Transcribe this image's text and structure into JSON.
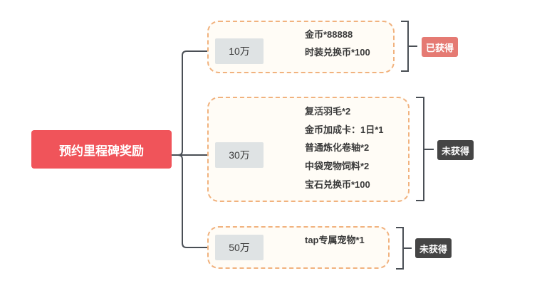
{
  "root": {
    "label": "预约里程碑奖励"
  },
  "milestones": [
    {
      "label": "10万",
      "rewards": [
        "金币*88888",
        "时装兑换币*100"
      ],
      "status": "已获得",
      "status_color": "#e57a73"
    },
    {
      "label": "30万",
      "rewards": [
        "复活羽毛*2",
        "金币加成卡：1日*1",
        "普通炼化卷轴*2",
        "中袋宠物饲料*2",
        "宝石兑换币*100"
      ],
      "status": "未获得",
      "status_color": "#454545"
    },
    {
      "label": "50万",
      "rewards": [
        "tap专属宠物*1"
      ],
      "status": "未获得",
      "status_color": "#454545"
    }
  ],
  "colors": {
    "root_bg": "#f0545a",
    "group_border": "#f1b27e",
    "group_bg": "#fffcf6",
    "node_bg": "#dfe3e4",
    "connector": "#4a4f55"
  }
}
